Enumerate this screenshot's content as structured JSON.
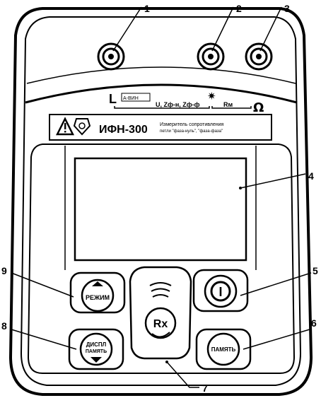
{
  "device": {
    "model": "ИФН-300",
    "description_line1": "Измеритель сопротивления",
    "description_line2": "петли \"фаза-нуль\", \"фаза-фаза\""
  },
  "panel": {
    "l_symbol": "L",
    "l_badge": "А-ВИН",
    "u_label": "U, Zф-н, Zф-ф",
    "asterisk": "✷",
    "rm_label": "Rм",
    "omega": "Ω"
  },
  "buttons": {
    "mode": "РЕЖИМ",
    "power": "I",
    "rx": "Rx",
    "display": "ДИСПЛ",
    "memory_hold": "ПАМЯТЬ",
    "memory": "ПАМЯТЬ"
  },
  "callouts": [
    "1",
    "2",
    "3",
    "4",
    "5",
    "6",
    "7",
    "8",
    "9"
  ]
}
